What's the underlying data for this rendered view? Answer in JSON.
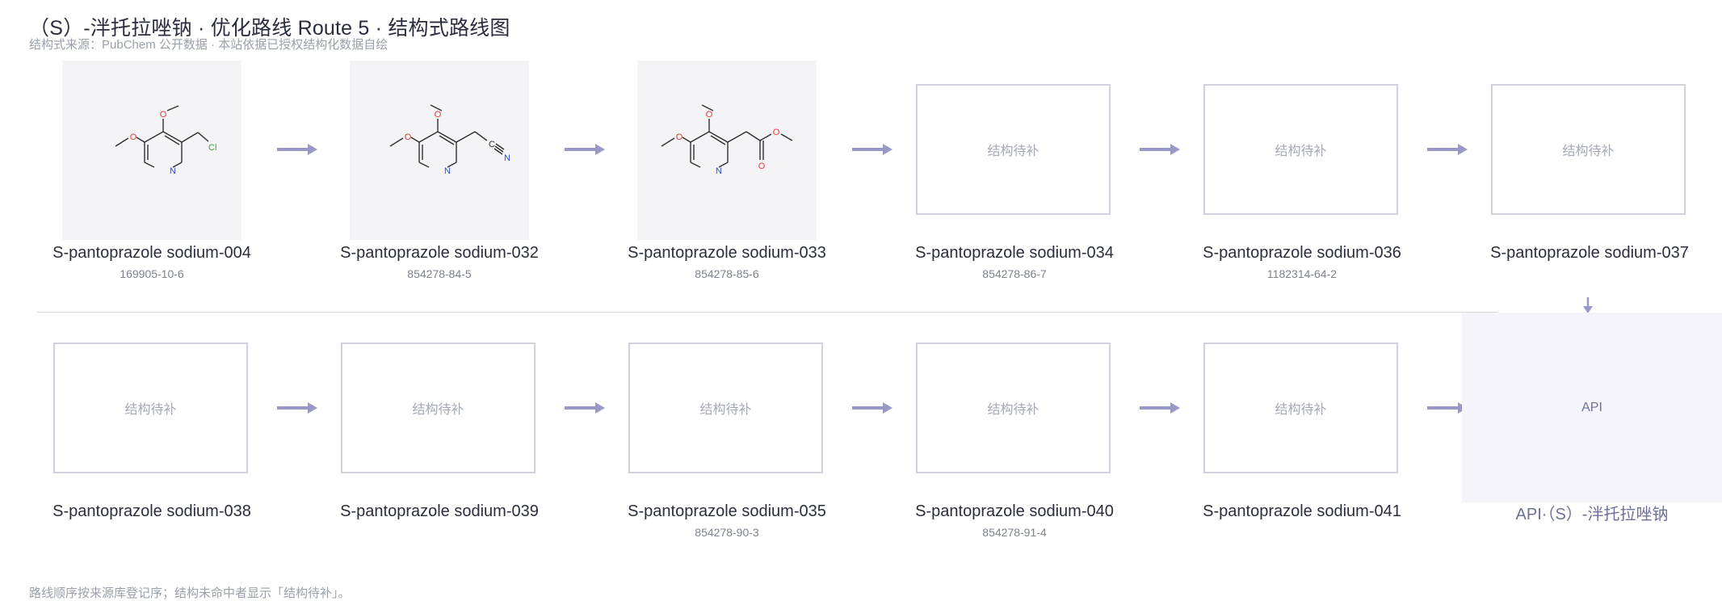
{
  "header": {
    "title": "（S）-泮托拉唑钠 · 优化路线 Route 5 · 结构式路线图",
    "subtitle": "结构式来源：PubChem 公开数据 · 本站依据已授权结构化数据自绘"
  },
  "placeholder_text": "结构待补",
  "row1": [
    {
      "name": "S-pantoprazole sodium-004",
      "cas": "169905-10-6",
      "structure": "chloromethyl-dimethoxypyridine"
    },
    {
      "name": "S-pantoprazole sodium-032",
      "cas": "854278-84-5",
      "structure": "cyanomethyl-dimethoxypyridine"
    },
    {
      "name": "S-pantoprazole sodium-033",
      "cas": "854278-85-6",
      "structure": "methyl-ester-dimethoxypyridine"
    },
    {
      "name": "S-pantoprazole sodium-034",
      "cas": "854278-86-7",
      "structure": "placeholder"
    },
    {
      "name": "S-pantoprazole sodium-036",
      "cas": "1182314-64-2",
      "structure": "placeholder"
    },
    {
      "name": "S-pantoprazole sodium-037",
      "cas": "",
      "structure": "placeholder"
    }
  ],
  "row2": [
    {
      "name": "S-pantoprazole sodium-038",
      "cas": "",
      "structure": "placeholder"
    },
    {
      "name": "S-pantoprazole sodium-039",
      "cas": "",
      "structure": "placeholder"
    },
    {
      "name": "S-pantoprazole sodium-035",
      "cas": "854278-90-3",
      "structure": "placeholder"
    },
    {
      "name": "S-pantoprazole sodium-040",
      "cas": "854278-91-4",
      "structure": "placeholder"
    },
    {
      "name": "S-pantoprazole sodium-041",
      "cas": "",
      "structure": "placeholder"
    }
  ],
  "api": {
    "box_label": "API",
    "name": "API·（S）-泮托拉唑钠"
  },
  "atom_labels": {
    "oxygen": "O",
    "nitrogen": "N",
    "chlorine": "Cl",
    "carbon": "C"
  },
  "colors": {
    "arrow": "#9a98c8",
    "oxygen": "#e8393c",
    "nitrogen": "#2b4bd8",
    "chlorine": "#40a040",
    "bond": "#2e2e2e",
    "api_fill": "#f4f4fa"
  },
  "footnote": "路线顺序按来源库登记序；结构未命中者显示「结构待补」。"
}
